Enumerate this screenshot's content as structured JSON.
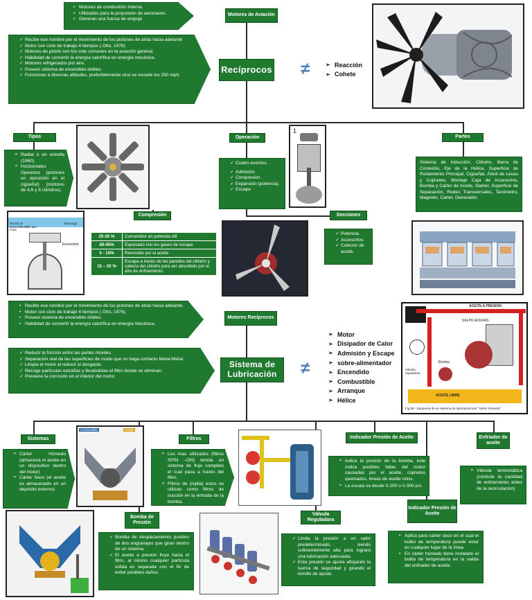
{
  "colors": {
    "green": "#1f7a2f",
    "line": "#2b2b2b",
    "neq": "#4f81bd"
  },
  "top": {
    "intro_items": [
      "Motores de combustión interna.",
      "Utilizados para la propulsión de aeronaves.",
      "Generan una fuerza de empuje"
    ],
    "motores_aviacion": "Motores de Aviación",
    "reciprocos_items": [
      "Recibe ese nombre por el movimiento de los pistones de atrás hacia adelante",
      "Motor con ciclo de trabajo 4 tiempos ( Otto, 1876)",
      "Motores de pistón son los más comunes en la aviación general.",
      "Habilidad de convertir la energía calorífica en energía mecánica.",
      "Motores refrigerados por aire.",
      "Poseen sistema de encendido dobles.",
      "Funcionan a diversas altitudes, preferiblemente sino se excede los 250 mph."
    ],
    "reciprocos_title": "Recíprocos",
    "neq_symbol": "≠",
    "other_types": [
      "Reacción",
      "Cohete"
    ]
  },
  "branches": {
    "tipos": {
      "label": "Tipos",
      "items": [
        "Radial o en estrella (1960).",
        "Horizontales Opuestos (pistones en oposición en el cigüeñal) (motores de 4,6 y 8 cilindros)."
      ]
    },
    "compresion": {
      "label": "Compresión",
      "rows": [
        {
          "k": "25-30 %",
          "v": "Convertidor en potencia útil"
        },
        {
          "k": "40-45%",
          "v": "Expulsado con los gases de escape"
        },
        {
          "k": "5 - 10%",
          "v": "Removido por el aceite"
        },
        {
          "k": "15 – 20 %",
          "v": "Escapa a través de las paredes del cilindro y cabeza del cilindro para ser absorbido por el aire de enfriamiento."
        }
      ]
    },
    "operacion": {
      "label": "Operación",
      "items": [
        "Cuatro eventos.",
        "Admisión.",
        "Compresión.",
        "Expansión (potencia).",
        "Escape"
      ]
    },
    "secciones": {
      "label": "Secciones",
      "items": [
        "Potencia.",
        "Accesorios.",
        "Colector de aceite."
      ]
    },
    "partes": {
      "label": "Partes",
      "text": "Sistema de Inducción, Cilindro, Barra de Conexión, Eje de la Hélice, Superficie de Rodamiento Principal, Cigüeñal, Árbol de Levas y Cojinetes, Montaje Caja de Accesorios, Bomba y Cárter de Aceite, Starter, Superficie de Separación, Redes Transversales, Tacómetro, Magneto, Carter, Generador."
    }
  },
  "diagram_labels": {
    "piston_left": "Mezcla de aire/combustible que entra",
    "piston_right": "Encendido",
    "piston_top_right": "Descarga",
    "operation_number": "1",
    "lubrication_header": "ACEITE A PRESION",
    "lubrication_pan": "SALPICADURAS",
    "lubrication_pump": "Bomba",
    "lubrication_valve": "Válvula reguladora",
    "lubrication_free": "ACEITE LIBRE",
    "lubrication_caption": "Fig.58 - Esquema de un sistema de lubricación por \"cárter húmedo\".",
    "sistemas_img_left": "Combustible",
    "sistemas_img_right": "Pulsar"
  },
  "middle": {
    "reciprocos2_items": [
      "Recibe ese nombre por el movimiento de los pistones de atrás hacia adelante.",
      "Motor con ciclo de trabajo 4 tiempos ( Otto, 1876).",
      "Poseen sistema de encendido dobles.",
      "Habilidad de convertir la energía calorífica en energía mecánica."
    ],
    "motores_reciprocos": "Motores Recíprocos",
    "lub_items": [
      "Reducir la fricción entre las partes móviles.",
      "Separación real de las superficies de modo que no haga contacto Metal-Metal.",
      "Limpia el motor al reducir el desgaste.",
      "Recoge partículas extrañas y llevándolas el filtro donde se eliminan.",
      "Previene la corrosión en el interior del motor."
    ],
    "sistema_lubricacion": "Sistema de Lubricación",
    "neq_symbol": "≠",
    "lub_components": [
      "Motor",
      "Disipador de Calor",
      "Admisión y Escape",
      "sobre-alimentador",
      "Encendido",
      "Combustible",
      "Arranque",
      "Hélice"
    ]
  },
  "bottom": {
    "sistemas": {
      "label": "Sistemas",
      "items": [
        "Cárter Húmedo (almacena el aceite en un dispositivo dentro del motor)",
        "Cárter Seco (el aceite es almacenado en un depósito externo)"
      ]
    },
    "filtros": {
      "label": "Filtros",
      "items": [
        "Los mas utilizados (filtros SPIN –ON) brinda un sistema de flujo completo el cual pasa a través del filtro.",
        "Filtros de (rejilla) estos se utilizan como filtros de succión en la entrada de la bomba."
      ]
    },
    "indicador_presion": {
      "label": "Indicador Presión de Aceite",
      "items": [
        "Indica la presión de la bomba, este indica posibles fallas del motor causadas por el aceite, cojinetes quemados, líneas de aceite rotos.",
        "La escala va desde 0-200 o 0-300 psi."
      ]
    },
    "enfriador": {
      "label": "Enfriador de aceite",
      "items": [
        "Válvula termostática (controla la cantidad de enfriamiento antes de la recirculación)"
      ]
    },
    "bomba": {
      "label": "Bomba de Presión",
      "items": [
        "Bomba de desplazamiento positivo de dos engranajes que giran dentro de un sistema.",
        "El aceite a presión fluye hacia el filtro, al mismo cualquier partícula solida es separada con el fin de evitar posibles daños."
      ]
    },
    "valvula": {
      "label": "Válvula Reguladora",
      "items": [
        "Limita la presión a un valor predeterminado, siendo suficientemente alta para lograra una lubricación adecuada.",
        "Esta presión se ajusta aflojando la tuerca de seguridad y girando el tornillo de ajuste."
      ]
    },
    "indicador_temp": {
      "label": "Indicador Presión de Aceite",
      "items": [
        "Aplica para cárter seco en el cual el bulbo de temperatura puede estar en cualquier lugar de la línea.",
        "En cárter húmedo tiene instalado el bulbo de temperatura en la salida del enfriador de aceite."
      ]
    }
  }
}
